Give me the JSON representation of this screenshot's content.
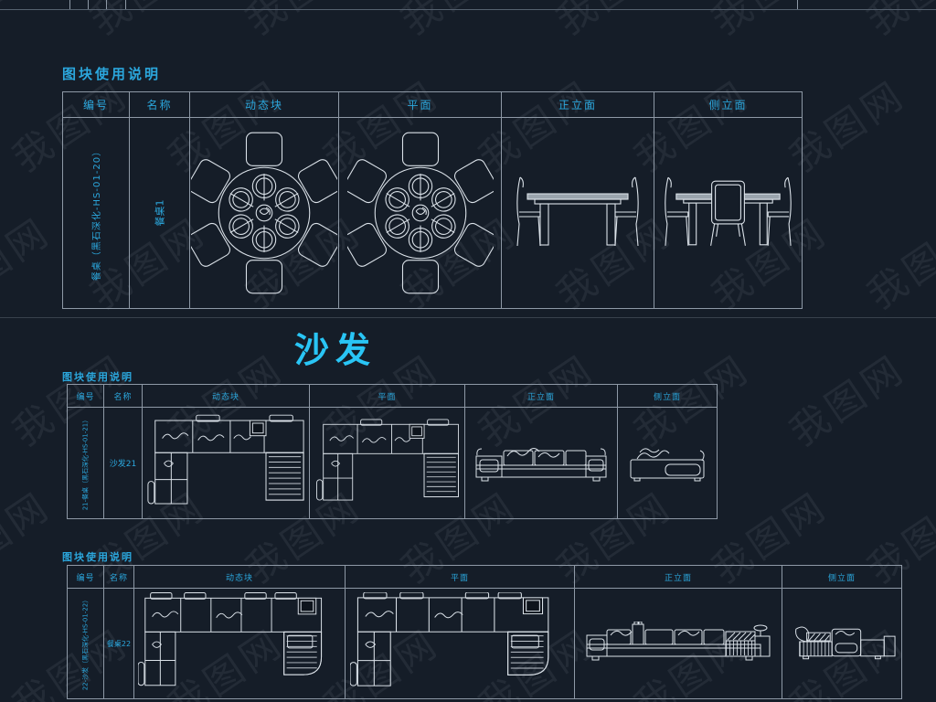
{
  "page": {
    "background_color": "#151d28",
    "border_color": "#8e99a6",
    "accent_color": "#2ba7dd",
    "banner_color": "#29c5f5",
    "drawing_line_color": "#dbe2e9"
  },
  "watermark": {
    "text": "我图网"
  },
  "sofa_banner": "沙发",
  "sections": [
    {
      "title": "图块使用说明",
      "headers": {
        "code": "编号",
        "name": "名称",
        "dynamic": "动态块",
        "plan": "平面",
        "front": "正立面",
        "side": "侧立面"
      },
      "row": {
        "code": "餐桌（黑石深化-HS-01-20）",
        "name": "餐桌1"
      }
    },
    {
      "title": "图块使用说明",
      "headers": {
        "code": "编号",
        "name": "名称",
        "dynamic": "动态块",
        "plan": "平面",
        "front": "正立面",
        "side": "侧立面"
      },
      "row": {
        "code": "21-餐桌（黑石深化-HS-01-21）",
        "name": "沙发21"
      }
    },
    {
      "title": "图块使用说明",
      "headers": {
        "code": "编号",
        "name": "名称",
        "dynamic": "动态块",
        "plan": "平面",
        "front": "正立面",
        "side": "侧立面"
      },
      "row": {
        "code": "22-沙发（黑石深化-HS-01-22）",
        "name": "餐桌22"
      }
    }
  ]
}
